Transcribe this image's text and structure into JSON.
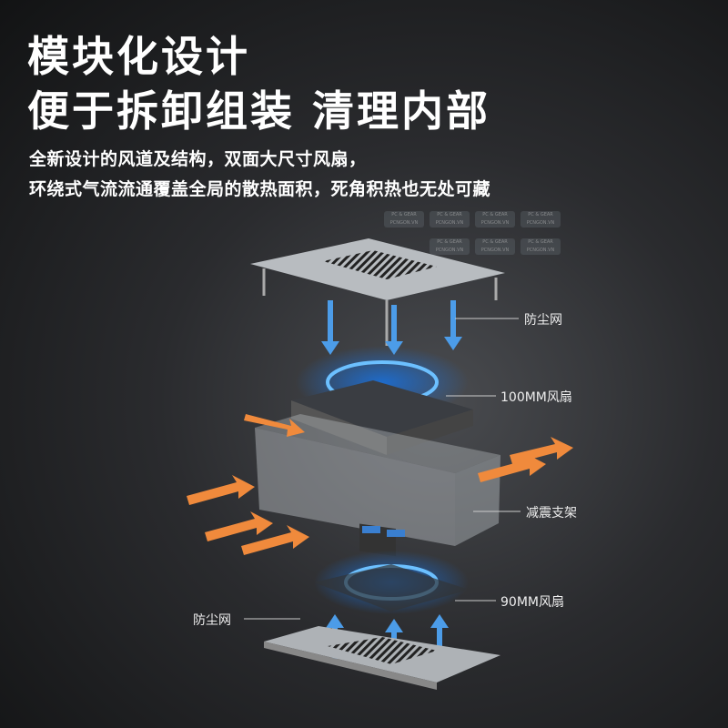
{
  "headline": {
    "line1": "模块化设计",
    "line2": "便于拆卸组装 清理内部"
  },
  "subtitle": {
    "line1": "全新设计的风道及结构，双面大尺寸风扇，",
    "line2": "环绕式气流流通覆盖全局的散热面积，死角积热也无处可藏"
  },
  "labels": {
    "top_filter": "防尘网",
    "top_fan": "100MM风扇",
    "bracket": "减震支架",
    "bottom_fan": "90MM风扇",
    "bottom_filter": "防尘网"
  },
  "watermark": {
    "line1": "PC & GEAR",
    "line2": "PCNGON.VN"
  },
  "colors": {
    "airflow_cool": "#3a8fe0",
    "airflow_hot": "#f08a3c",
    "background": "#2a2b2e"
  }
}
